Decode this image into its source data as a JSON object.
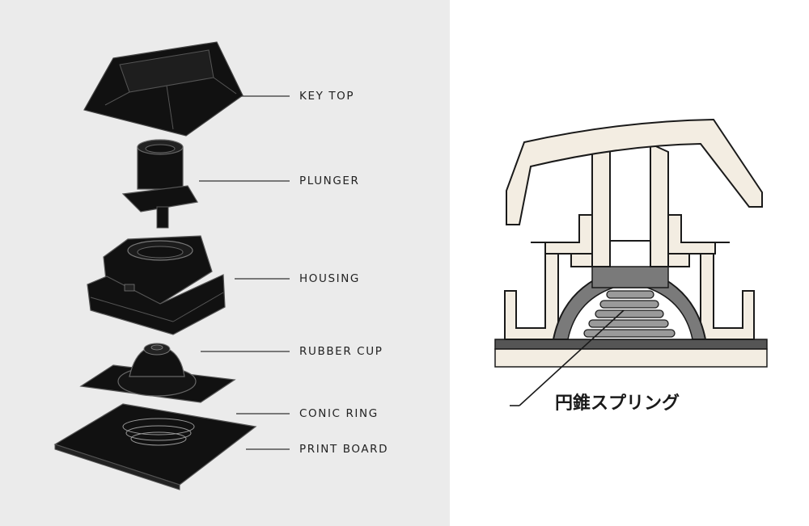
{
  "exploded_view": {
    "labels": {
      "key_top": "KEY TOP",
      "plunger": "PLUNGER",
      "housing": "HOUSING",
      "rubber_cup": "RUBBER CUP",
      "conic_ring": "CONIC RING",
      "print_board": "PRINT BOARD"
    }
  },
  "cross_section": {
    "spring_label": "円錐スプリング"
  },
  "colors": {
    "left_background": "#ebebeb",
    "part_fill": "#111111",
    "section_fill": "#f3ede2",
    "section_outline": "#1a1a1a"
  }
}
